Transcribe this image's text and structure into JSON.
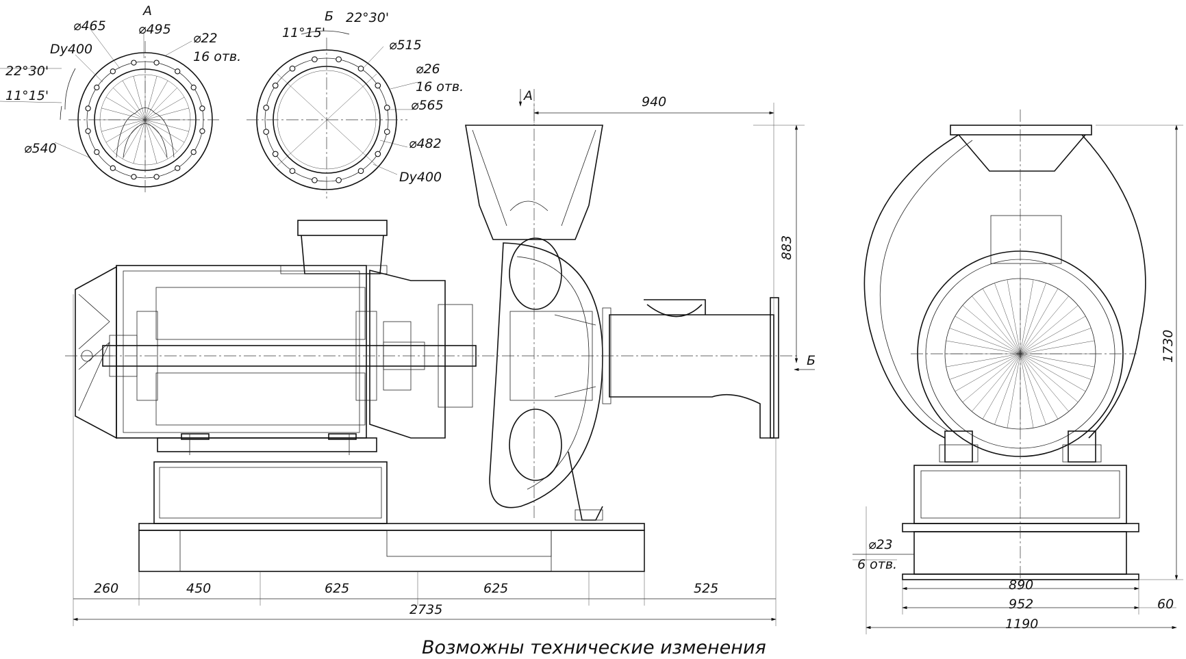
{
  "views": {
    "flange_a": {
      "view_letter": "А",
      "labels": [
        "⌀465",
        "⌀495",
        "⌀22",
        "16 отв.",
        "Dy400",
        "22°30'",
        "11°15'",
        "⌀540"
      ]
    },
    "flange_b": {
      "view_letter": "Б",
      "labels": [
        "11°15'",
        "22°30'",
        "⌀515",
        "⌀26",
        "16 отв.",
        "⌀565",
        "⌀482",
        "Dy400"
      ]
    },
    "side_view": {
      "arrow_a": "А",
      "arrow_b": "Б",
      "dims": {
        "d940": "940",
        "d883": "883",
        "d260": "260",
        "d450": "450",
        "d625a": "625",
        "d625b": "625",
        "d525": "525",
        "d2735": "2735"
      }
    },
    "end_view": {
      "dims": {
        "d1730": "1730",
        "d23": "⌀23",
        "holes": "6 отв.",
        "d890": "890",
        "d952": "952",
        "d60": "60",
        "d1190": "1190"
      }
    }
  },
  "note": "Возможны технические изменения"
}
